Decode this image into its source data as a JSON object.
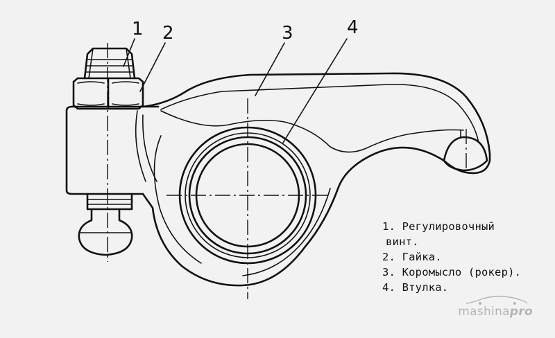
{
  "callouts": [
    {
      "number": "1"
    },
    {
      "number": "2"
    },
    {
      "number": "3"
    },
    {
      "number": "4"
    }
  ],
  "legend": {
    "items": [
      "1. Регулировочный",
      "винт.",
      "2. Гайка.",
      "3. Коромысло (рокер).",
      "4. Втулка."
    ]
  },
  "watermark": {
    "text_main": "mashina",
    "text_accent": "pro",
    "icon": "car-silhouette-icon"
  },
  "colors": {
    "background": "#f2f2f2",
    "ink": "#111111",
    "watermark": "#b4b4b4"
  }
}
